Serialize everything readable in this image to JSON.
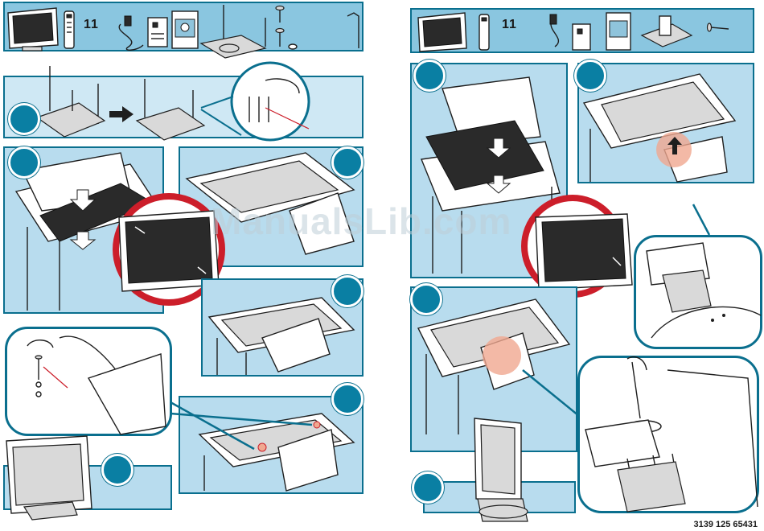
{
  "left_page": {
    "parts_strip": {
      "count_label": "11"
    }
  },
  "right_page": {
    "parts_strip": {
      "count_label": "11"
    }
  },
  "footer": {
    "document_number": "3139 125 65431"
  },
  "watermark": {
    "text": "ManualsLib.com"
  },
  "colors": {
    "panel_fill": "#b8dcee",
    "panel_border": "#0a6f8e",
    "step_badge": "#0a7fa3",
    "highlight_ring": "#cc1e2a",
    "highlight_spot": "#f0a890"
  }
}
